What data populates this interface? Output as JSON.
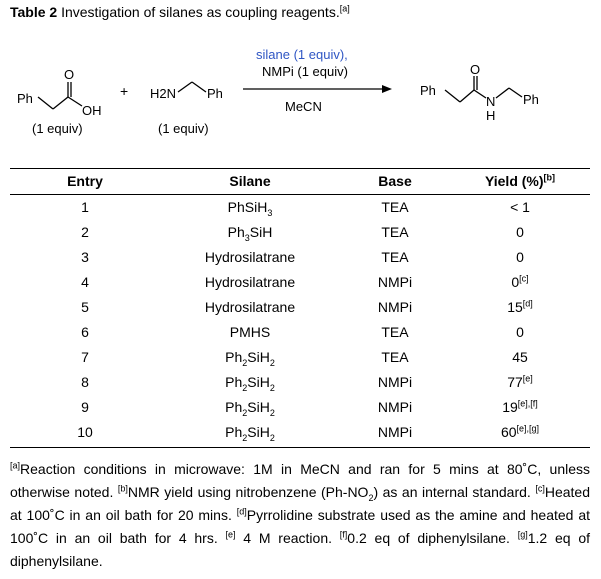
{
  "caption": {
    "label": "Table 2",
    "text": " Investigation of silanes as coupling reagents.",
    "note": "[a]"
  },
  "scheme": {
    "reactant1": {
      "ph": "Ph",
      "oh": "OH",
      "o": "O",
      "equiv": "(1 equiv)"
    },
    "plus": "+",
    "reactant2": {
      "amine": "H2N",
      "ph": "Ph",
      "equiv": "(1 equiv)"
    },
    "reagent_line1": "silane (1 equiv),",
    "reagent_line2": "NMPi (1 equiv)",
    "solvent": "MeCN",
    "product": {
      "ph_left": "Ph",
      "o": "O",
      "n": "N",
      "h": "H",
      "ph_right": "Ph"
    },
    "colors": {
      "silane": "#2f56c4",
      "text": "#000000"
    }
  },
  "table": {
    "headers": {
      "entry": "Entry",
      "silane": "Silane",
      "base": "Base",
      "yield": "Yield (%)",
      "yield_note": "[b]"
    },
    "rows": [
      {
        "entry": "1",
        "silane": "PhSiH3",
        "base": "TEA",
        "yield": "< 1",
        "note": ""
      },
      {
        "entry": "2",
        "silane": "Ph3SiH",
        "base": "TEA",
        "yield": "0",
        "note": ""
      },
      {
        "entry": "3",
        "silane": "Hydrosilatrane",
        "base": "TEA",
        "yield": "0",
        "note": ""
      },
      {
        "entry": "4",
        "silane": "Hydrosilatrane",
        "base": "NMPi",
        "yield": "0",
        "note": "[c]"
      },
      {
        "entry": "5",
        "silane": "Hydrosilatrane",
        "base": "NMPi",
        "yield": "15",
        "note": "[d]"
      },
      {
        "entry": "6",
        "silane": "PMHS",
        "base": "TEA",
        "yield": "0",
        "note": ""
      },
      {
        "entry": "7",
        "silane": "Ph2SiH2",
        "base": "TEA",
        "yield": "45",
        "note": ""
      },
      {
        "entry": "8",
        "silane": "Ph2SiH2",
        "base": "NMPi",
        "yield": "77",
        "note": "[e]"
      },
      {
        "entry": "9",
        "silane": "Ph2SiH2",
        "base": "NMPi",
        "yield": "19",
        "note": "[e],[f]"
      },
      {
        "entry": "10",
        "silane": "Ph2SiH2",
        "base": "NMPi",
        "yield": "60",
        "note": "[e],[g]"
      }
    ]
  },
  "footnotes": [
    {
      "mark": "[a]",
      "text": "Reaction conditions in microwave: 1M in MeCN and ran for 5 mins at 80˚C, unless otherwise noted. "
    },
    {
      "mark": "[b]",
      "text": "NMR yield using nitrobenzene (Ph-NO2) as an internal standard. "
    },
    {
      "mark": "[c]",
      "text": "Heated at 100˚C in an oil bath for 20 mins. "
    },
    {
      "mark": "[d]",
      "text": "Pyrrolidine substrate used as the amine and heated at 100˚C in an oil bath for 4 hrs. "
    },
    {
      "mark": "[e]",
      "text": " 4 M reaction. "
    },
    {
      "mark": "[f]",
      "text": "0.2 eq of diphenylsilane. "
    },
    {
      "mark": "[g]",
      "text": "1.2 eq of diphenylsilane."
    }
  ]
}
